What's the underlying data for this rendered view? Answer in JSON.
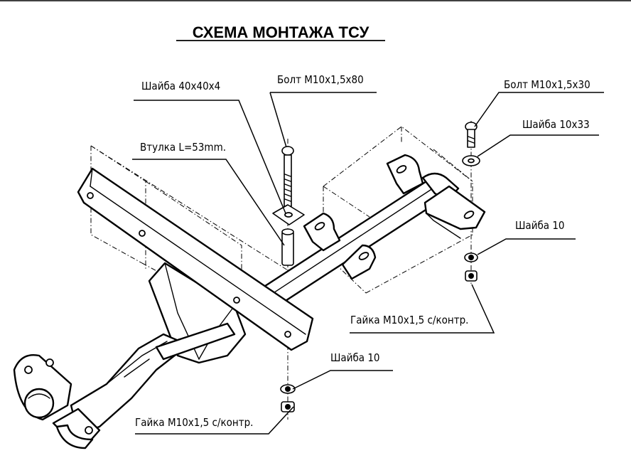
{
  "title": "СХЕМА МОНТАЖА ТСУ",
  "labels": {
    "washer_40": "Шайба 40х40х4",
    "bolt_80": "Болт М10х1,5х80",
    "bushing": "Втулка L=53mm.",
    "bolt_30": "Болт М10х1,5х30",
    "washer_10x33": "Шайба 10х33",
    "washer_10_right": "Шайба 10",
    "nut_right": "Гайка М10х1,5 с/контр.",
    "washer_10_bottom": "Шайба 10",
    "nut_bottom": "Гайка М10х1,5 с/контр."
  },
  "colors": {
    "ink": "#000000",
    "paper": "#ffffff"
  }
}
